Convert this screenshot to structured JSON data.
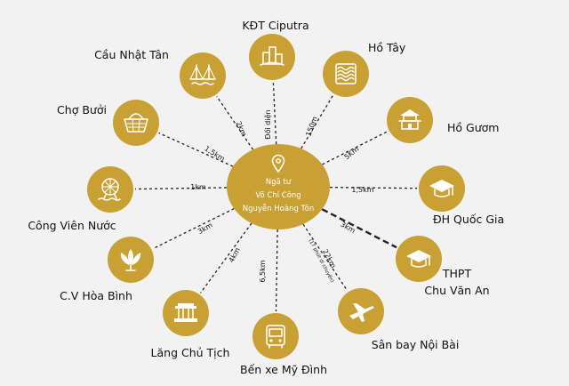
{
  "colors": {
    "node": "#c9a033",
    "center": "#c9a033",
    "line": "#222222",
    "background": "#f2f2f2",
    "center_text": "#ffffff"
  },
  "center": {
    "lines": [
      "Ngã tư",
      "Võ Chí Công",
      "Nguyễn Hoàng Tôn"
    ],
    "icon": "location-pin-icon"
  },
  "nodes": [
    {
      "id": "kdt-ciputra",
      "label": "KĐT Ciputra",
      "icon": "buildings-icon",
      "distance": "Đối diện",
      "note": ""
    },
    {
      "id": "ho-tay",
      "label": "Hồ Tây",
      "icon": "waves-icon",
      "distance": "150m",
      "note": ""
    },
    {
      "id": "ho-guom",
      "label": "Hồ Gươm",
      "icon": "pagoda-icon",
      "distance": "5Km",
      "note": ""
    },
    {
      "id": "dh-quoc-gia",
      "label": "ĐH Quốc Gia",
      "icon": "graduation-cap-icon",
      "distance": "1,5km",
      "note": ""
    },
    {
      "id": "thpt-chu-van-an",
      "label": [
        "THPT",
        "Chu Văn An"
      ],
      "icon": "graduation-cap-icon",
      "distance": "3km",
      "note": ""
    },
    {
      "id": "san-bay-noi-bai",
      "label": "Sân bay Nội Bài",
      "icon": "airplane-icon",
      "distance": "22km",
      "note": "(17 phút di chuyển)"
    },
    {
      "id": "ben-xe-my-dinh",
      "label": "Bến xe Mỹ Đình",
      "icon": "bus-icon",
      "distance": "6,5km",
      "note": ""
    },
    {
      "id": "lang-chu-tich",
      "label": "Lăng Chủ Tịch",
      "icon": "mausoleum-icon",
      "distance": "4km",
      "note": ""
    },
    {
      "id": "cv-hoa-binh",
      "label": "C.V Hòa Bình",
      "icon": "lotus-icon",
      "distance": "3km",
      "note": ""
    },
    {
      "id": "cong-vien-nuoc",
      "label": "Công Viên Nước",
      "icon": "ferris-wheel-icon",
      "distance": "1km",
      "note": ""
    },
    {
      "id": "cho-buoi",
      "label": "Chợ Bưởi",
      "icon": "basket-icon",
      "distance": "1,5km",
      "note": ""
    },
    {
      "id": "cau-nhat-tan",
      "label": "Cầu Nhật Tân",
      "icon": "bridge-icon",
      "distance": "2km",
      "note": ""
    }
  ]
}
